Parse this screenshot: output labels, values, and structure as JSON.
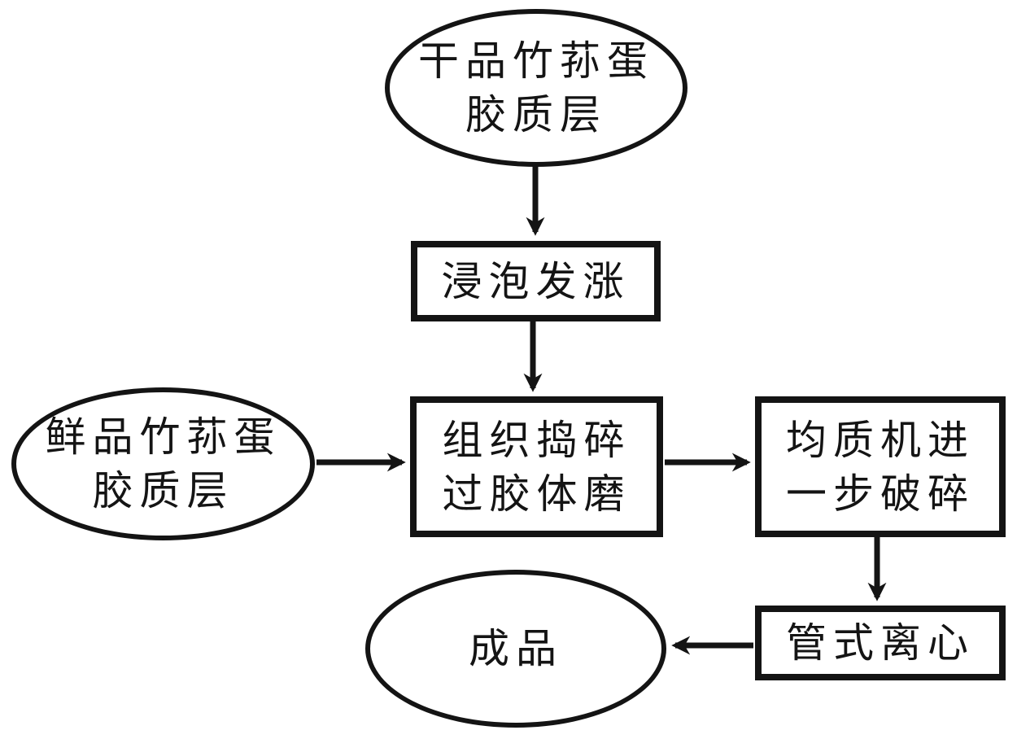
{
  "diagram": {
    "type": "flowchart",
    "colors": {
      "stroke": "#141414",
      "background": "#ffffff",
      "text": "#141414"
    },
    "nodes": {
      "dried_input": {
        "shape": "ellipse",
        "label": "干品竹荪蛋\n胶质层"
      },
      "soak": {
        "shape": "rect",
        "label": "浸泡发涨"
      },
      "crush": {
        "shape": "rect",
        "label": "组织捣碎\n过胶体磨"
      },
      "fresh_input": {
        "shape": "ellipse",
        "label": "鲜品竹荪蛋\n胶质层"
      },
      "homogenize": {
        "shape": "rect",
        "label": "均质机进\n一步破碎"
      },
      "centrifuge": {
        "shape": "rect",
        "label": "管式离心"
      },
      "product": {
        "shape": "ellipse",
        "label": "成品"
      }
    },
    "edges": [
      {
        "from": "dried_input",
        "to": "soak",
        "direction": "down"
      },
      {
        "from": "soak",
        "to": "crush",
        "direction": "down"
      },
      {
        "from": "fresh_input",
        "to": "crush",
        "direction": "right"
      },
      {
        "from": "crush",
        "to": "homogenize",
        "direction": "right"
      },
      {
        "from": "homogenize",
        "to": "centrifuge",
        "direction": "down"
      },
      {
        "from": "centrifuge",
        "to": "product",
        "direction": "left"
      }
    ]
  }
}
